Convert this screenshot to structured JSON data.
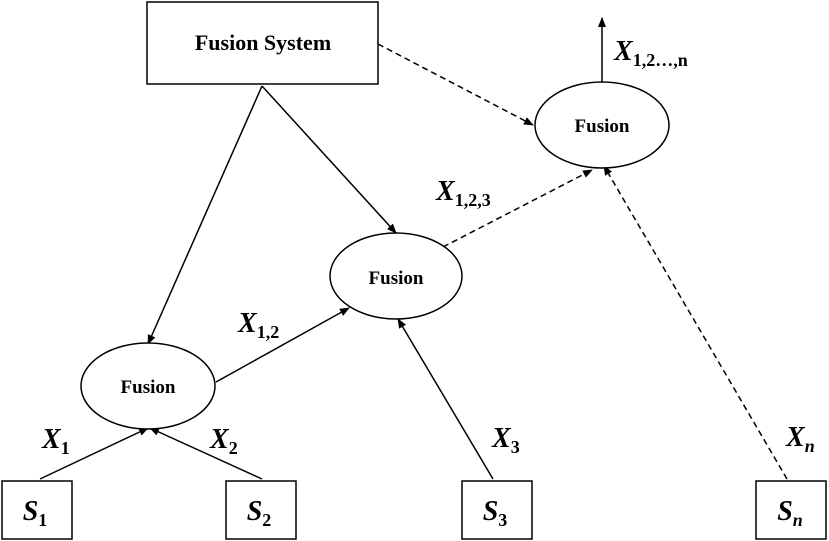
{
  "system": {
    "label": "Fusion System"
  },
  "fusion_nodes": [
    {
      "id": "f1",
      "label": "Fusion"
    },
    {
      "id": "f2",
      "label": "Fusion"
    },
    {
      "id": "f3",
      "label": "Fusion"
    }
  ],
  "sensors": [
    {
      "id": "s1",
      "base": "S",
      "sub": "1"
    },
    {
      "id": "s2",
      "base": "S",
      "sub": "2"
    },
    {
      "id": "s3",
      "base": "S",
      "sub": "3"
    },
    {
      "id": "sn",
      "base": "S",
      "sub": "n"
    }
  ],
  "edge_labels": {
    "x1": {
      "base": "X",
      "sub": "1"
    },
    "x2": {
      "base": "X",
      "sub": "2"
    },
    "x3": {
      "base": "X",
      "sub": "3"
    },
    "xn": {
      "base": "X",
      "sub": "n"
    },
    "x12": {
      "base": "X",
      "sub": "1,2"
    },
    "x123": {
      "base": "X",
      "sub": "1,2,3"
    },
    "x12n": {
      "base": "X",
      "sub": "1,2…,n"
    }
  }
}
